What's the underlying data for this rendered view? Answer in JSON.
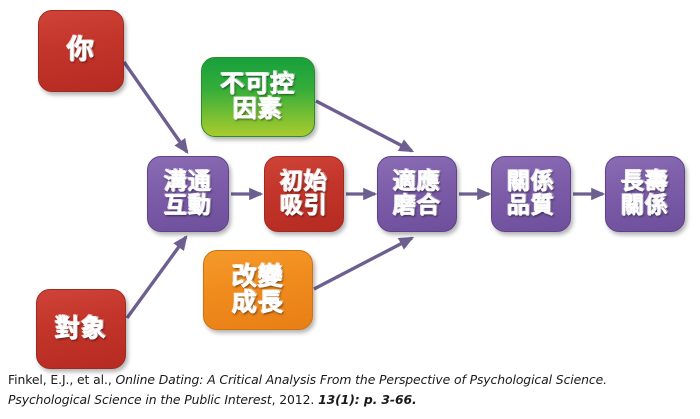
{
  "diagram": {
    "type": "flowchart",
    "title_present": false,
    "arrow_color": "#6d6090",
    "nodes": [
      {
        "id": "you",
        "label": "你",
        "color": "#c3352a",
        "theme": "red",
        "role": "input-actor"
      },
      {
        "id": "partner",
        "label": "對象",
        "color": "#c3352a",
        "theme": "red",
        "role": "input-actor"
      },
      {
        "id": "uncontrollable",
        "label": "不可控\n因素",
        "color": "#35ad3a",
        "theme": "green",
        "role": "moderator"
      },
      {
        "id": "change-growth",
        "label": "改變\n成長",
        "color": "#f08b1e",
        "theme": "orange",
        "role": "moderator"
      },
      {
        "id": "communication",
        "label": "溝通\n互動",
        "color": "#7c5ca8",
        "theme": "purple",
        "role": "process-stage"
      },
      {
        "id": "attraction",
        "label": "初始\n吸引",
        "color": "#c3352a",
        "theme": "red",
        "role": "process-stage"
      },
      {
        "id": "adaptation",
        "label": "適應\n磨合",
        "color": "#7c5ca8",
        "theme": "purple",
        "role": "process-stage"
      },
      {
        "id": "quality",
        "label": "關係\n品質",
        "color": "#7c5ca8",
        "theme": "purple",
        "role": "process-stage"
      },
      {
        "id": "longterm",
        "label": "長壽\n關係",
        "color": "#7c5ca8",
        "theme": "purple",
        "role": "process-stage"
      }
    ],
    "edges": [
      {
        "from": "you",
        "to": "communication"
      },
      {
        "from": "partner",
        "to": "communication"
      },
      {
        "from": "uncontrollable",
        "to": "adaptation"
      },
      {
        "from": "change-growth",
        "to": "adaptation"
      },
      {
        "from": "communication",
        "to": "attraction"
      },
      {
        "from": "attraction",
        "to": "adaptation"
      },
      {
        "from": "adaptation",
        "to": "quality"
      },
      {
        "from": "quality",
        "to": "longterm"
      }
    ]
  },
  "citation": {
    "line1_plain_a": "Finkel, E.J., et al., ",
    "line1_italic": "Online Dating: A Critical Analysis From the Perspective of Psychological Science.",
    "line2_italic": "Psychological Science in the Public Interest",
    "line2_plain": ", 2012. ",
    "line2_bold_italic": "13(1): p. 3-66."
  }
}
